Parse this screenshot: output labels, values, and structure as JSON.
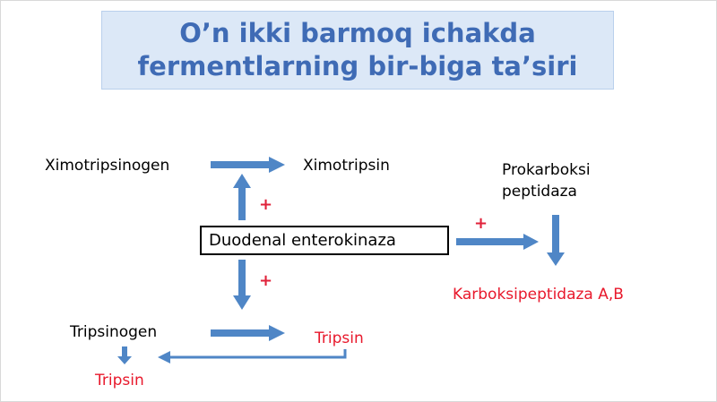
{
  "title": {
    "line1": "O’n ikki barmoq ichakda",
    "line2": "fermentlarning bir-biga ta’siri"
  },
  "nodes": {
    "chymotrypsinogen": "Ximotripsinogen",
    "chymotrypsin": "Ximotripsin",
    "procarboxy_line1": "Prokarboksi",
    "procarboxy_line2": "peptidaza",
    "enterokinase": "Duodenal enterokinaza",
    "carboxypeptidase": "Karboksipeptidaza A,B",
    "trypsinogen": "Tripsinogen",
    "trypsin_right": "Tripsin",
    "trypsin_bottom": "Tripsin"
  },
  "activation_sign": "+",
  "colors": {
    "title": "#3f6bb5",
    "title_bg": "#dce8f7",
    "arrow": "#4f86c6",
    "activated": "#e8192c",
    "plus": "#e0223a"
  }
}
